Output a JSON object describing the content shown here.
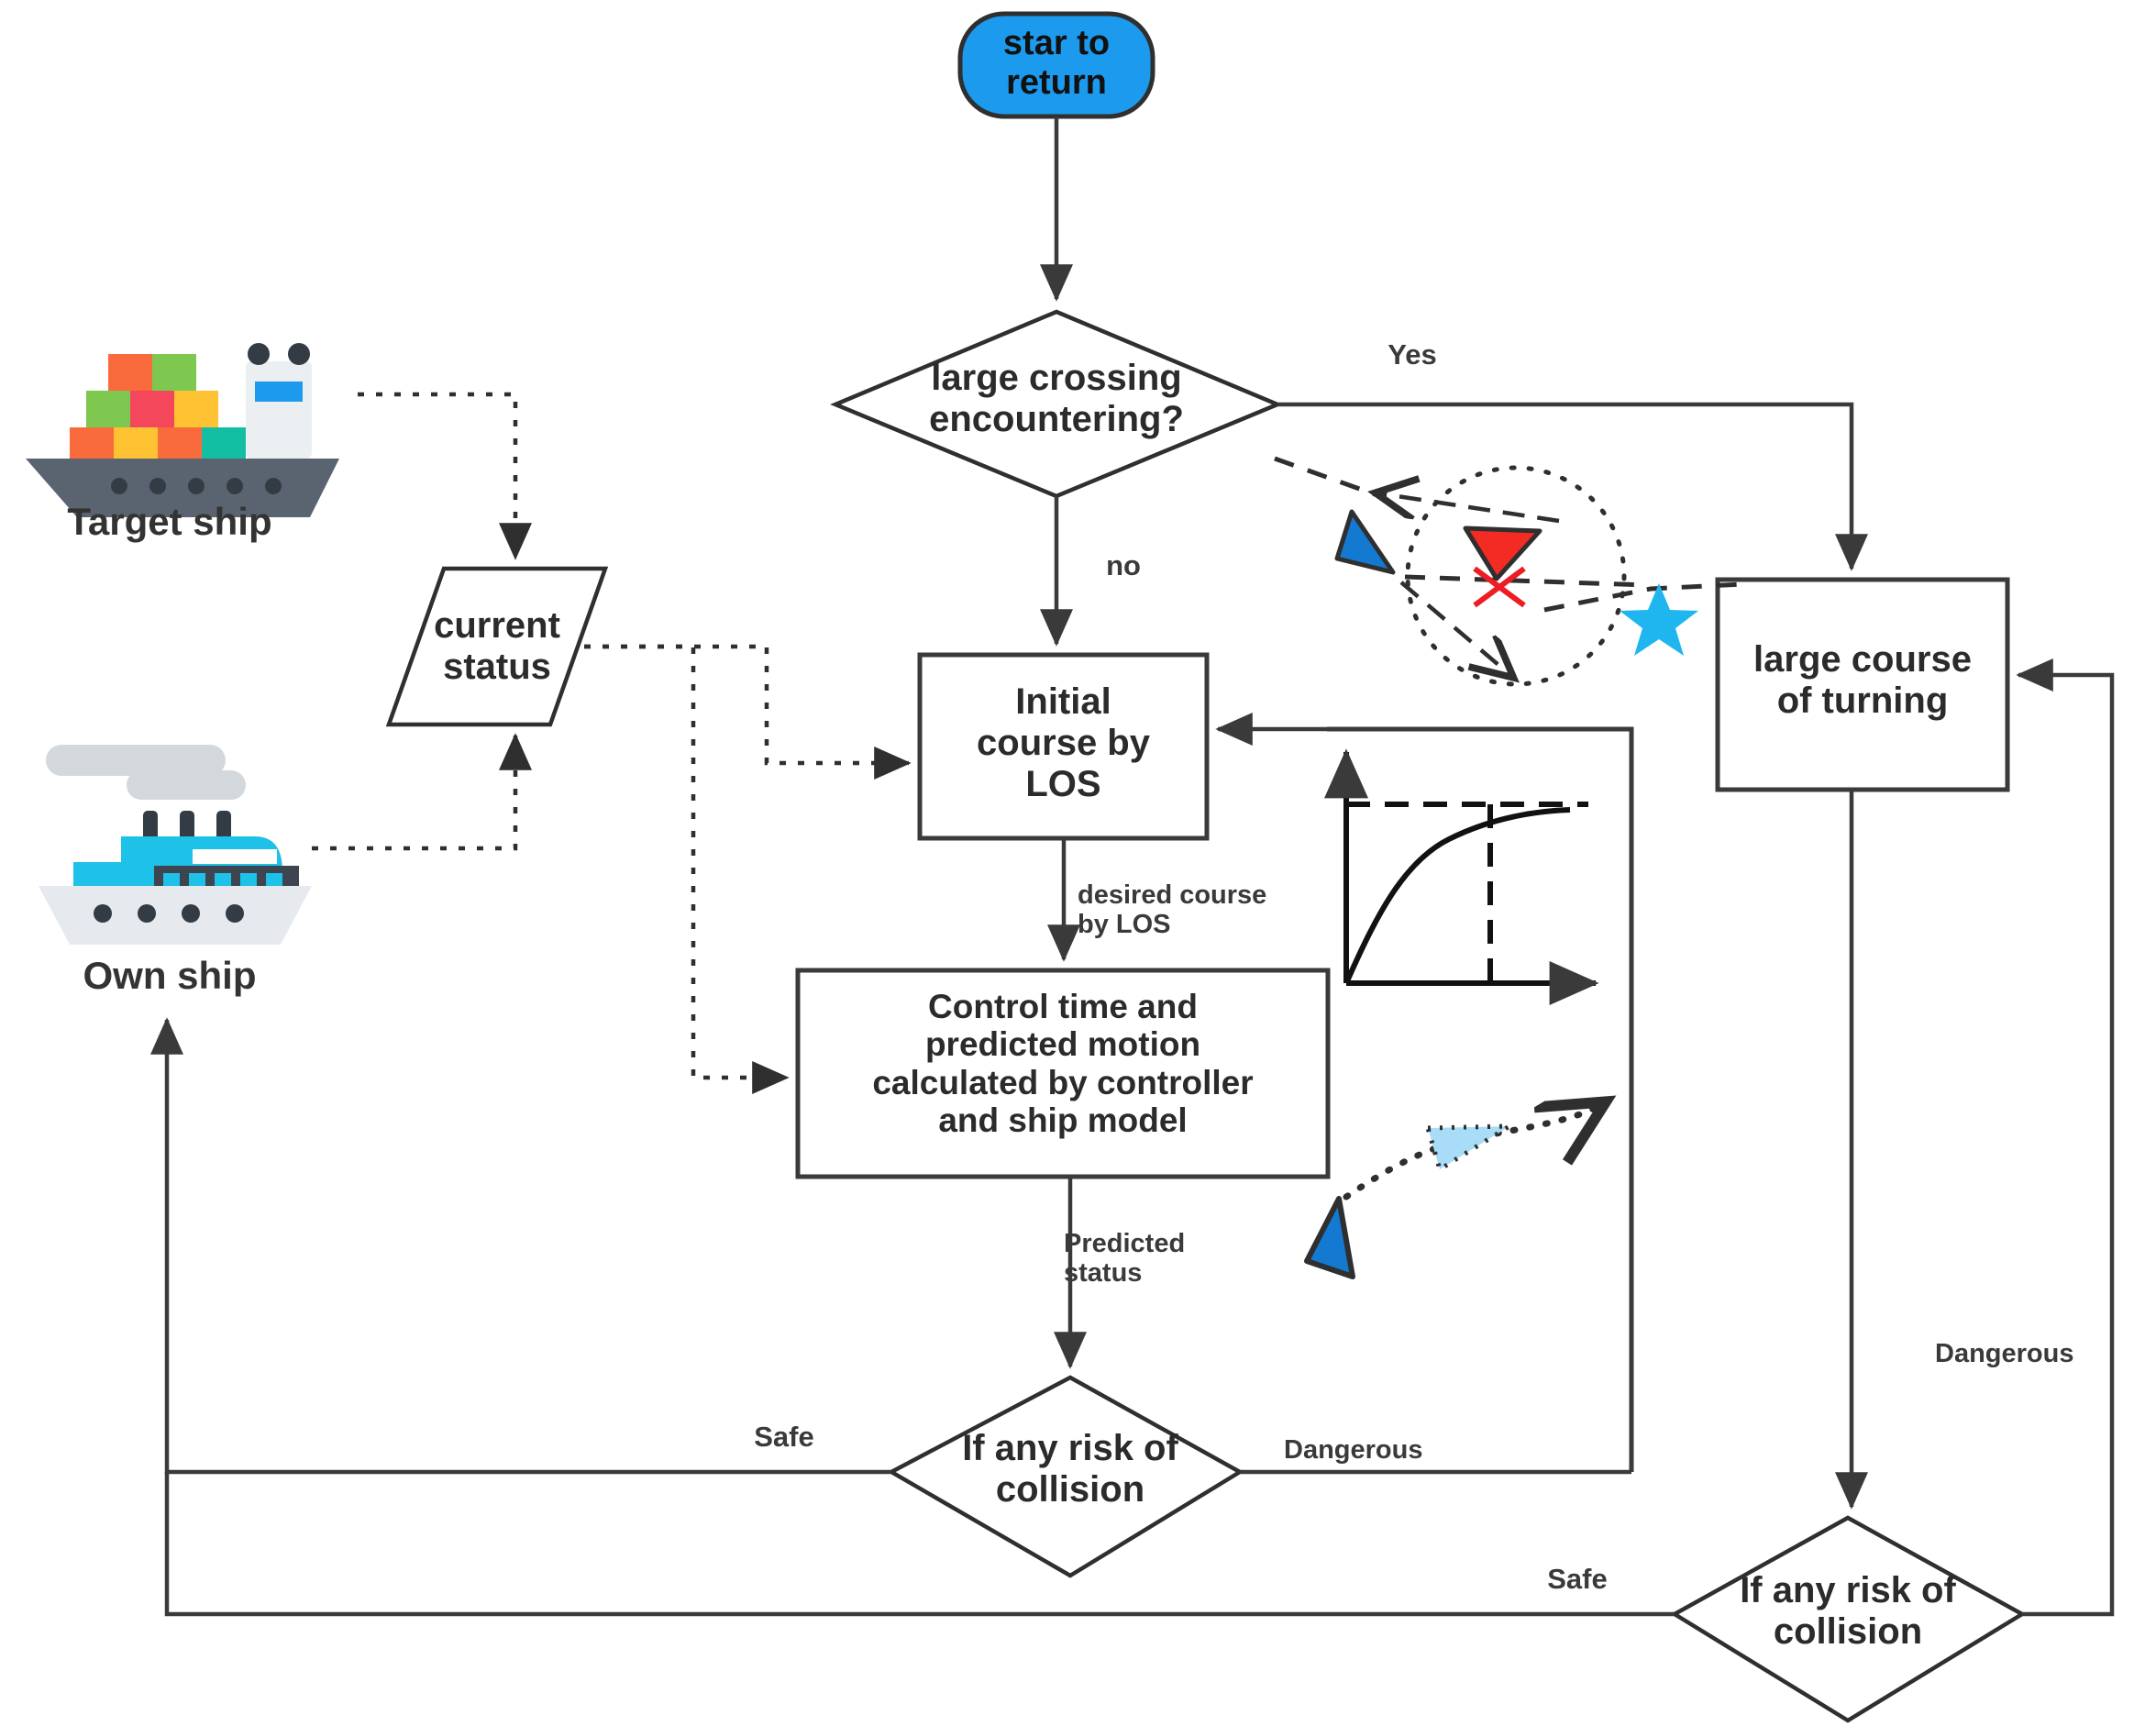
{
  "diagram": {
    "title": "Ship collision avoidance decision flowchart",
    "colors": {
      "start_fill": "#1c9aed",
      "start_stroke": "#2f2f2f",
      "node_stroke": "#3a3a3a",
      "line": "#3a3a3a",
      "own_ship_blue": "#1479d1",
      "target_ship_red": "#f42b22",
      "star_cyan": "#1fb6f0",
      "predicted_ship": "#a8dcf7",
      "cross_red": "#ee1c24"
    },
    "nodes": {
      "start": {
        "label": "star to\nreturn",
        "shape": "rounded-terminator"
      },
      "decision_crossing": {
        "label": "large crossing\nencountering?",
        "shape": "diamond"
      },
      "current_status": {
        "label": "current\nstatus",
        "shape": "parallelogram"
      },
      "initial_course": {
        "label": "Initial\ncourse by\nLOS",
        "shape": "rect"
      },
      "control_block": {
        "label": "Control time  and\npredicted motion\ncalculated by controller\nand ship model",
        "shape": "rect"
      },
      "large_turning": {
        "label": "large course\nof turning",
        "shape": "rect"
      },
      "risk_center": {
        "label": "If any risk of\ncollision",
        "shape": "diamond"
      },
      "risk_right": {
        "label": "If any risk of\ncollision",
        "shape": "diamond"
      }
    },
    "edge_labels": {
      "yes": "Yes",
      "no": "no",
      "desired_course": "desired course\nby LOS",
      "predicted_status": "Predicted\nstatus",
      "safe_center": "Safe",
      "dangerous_center": "Dangerous",
      "dangerous_right": "Dangerous",
      "safe_right": "Safe"
    },
    "legend": {
      "target_ship": "Target ship",
      "own_ship": "Own ship"
    },
    "icons": {
      "target_ship_icon": "cargo-ship-icon",
      "own_ship_icon": "passenger-ship-icon",
      "star_icon": "star-icon",
      "collision_cross_icon": "red-cross-icon"
    },
    "inset_chart": {
      "type": "line",
      "title": "",
      "xlabel": "",
      "ylabel": "",
      "description": "first-order saturating response curve with dashed asymptote and dashed settling-time marker",
      "x": [
        0,
        0.06,
        0.13,
        0.2,
        0.28,
        0.36,
        0.45,
        0.55,
        0.65,
        0.75,
        0.85,
        1.0
      ],
      "y": [
        0,
        0.26,
        0.44,
        0.57,
        0.68,
        0.76,
        0.83,
        0.88,
        0.92,
        0.94,
        0.96,
        0.97
      ],
      "asymptote_y": 1.0,
      "marker_x": 0.62,
      "xlim": [
        0,
        1.1
      ],
      "ylim": [
        0,
        1.15
      ],
      "grid": false,
      "legend": "none"
    }
  }
}
